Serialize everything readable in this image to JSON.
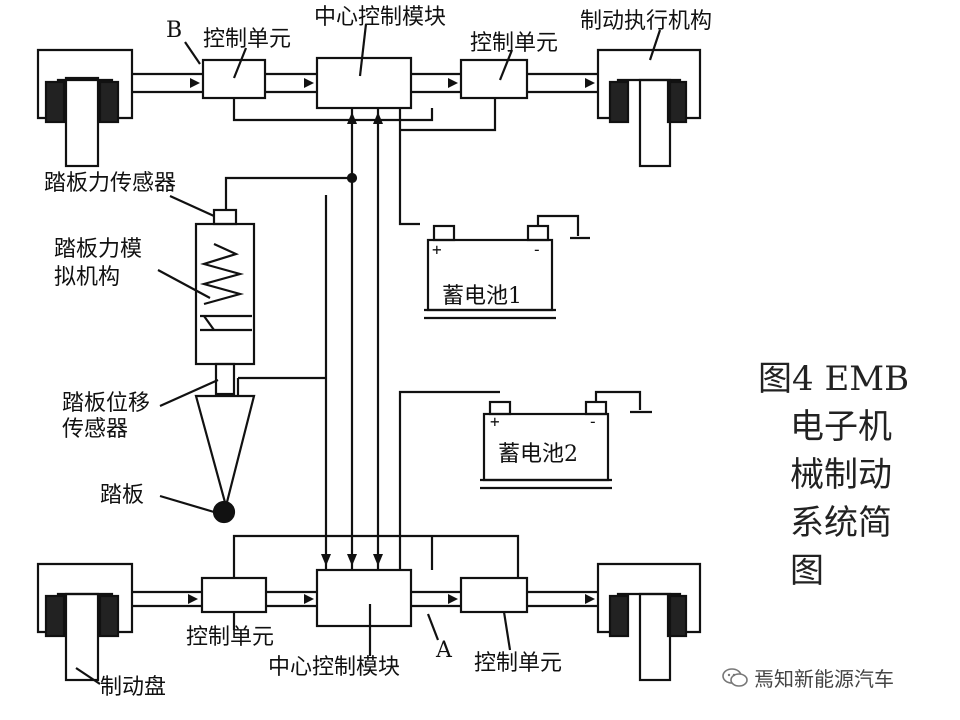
{
  "labels": {
    "point_b": "B",
    "point_a": "A",
    "top_left_control_unit": "控制单元",
    "top_central_module": "中心控制模块",
    "top_right_control_unit": "控制单元",
    "brake_actuator": "制动执行机构",
    "pedal_force_sensor": "踏板力传感器",
    "pedal_sim_line1": "踏板力模",
    "pedal_sim_line2": "拟机构",
    "pedal_disp_line1": "踏板位移",
    "pedal_disp_line2": "传感器",
    "pedal": "踏板",
    "bottom_left_control_unit": "控制单元",
    "bottom_central_module": "中心控制模块",
    "bottom_right_control_unit": "控制单元",
    "brake_disc": "制动盘"
  },
  "batteries": {
    "battery1": "蓄电池1",
    "battery2": "蓄电池2",
    "plus": "+",
    "minus": "-"
  },
  "caption": {
    "line1": "图4 EMB",
    "line2": "电子机",
    "line3": "械制动",
    "line4": "系统简",
    "line5": "图"
  },
  "watermark": "焉知新能源汽车"
}
